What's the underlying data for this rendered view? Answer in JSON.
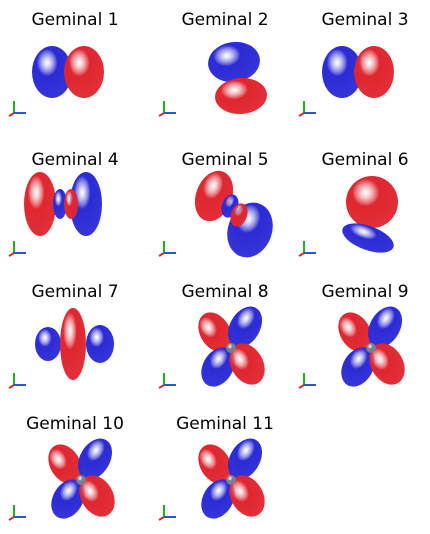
{
  "colors": {
    "positive": "#e0262f",
    "negative": "#2b2bd6",
    "atom": "#7a7f8c"
  },
  "geminals": [
    {
      "title": "Geminal 1",
      "shape": "pair-horizontal"
    },
    {
      "title": "Geminal 2",
      "shape": "pair-vertical"
    },
    {
      "title": "Geminal 3",
      "shape": "pair-horizontal"
    },
    {
      "title": "Geminal 4",
      "shape": "d-lobes"
    },
    {
      "title": "Geminal 5",
      "shape": "d-diagonal"
    },
    {
      "title": "Geminal 6",
      "shape": "cap-and-crescent"
    },
    {
      "title": "Geminal 7",
      "shape": "p-with-ring"
    },
    {
      "title": "Geminal 8",
      "shape": "cloverleaf"
    },
    {
      "title": "Geminal 9",
      "shape": "cloverleaf"
    },
    {
      "title": "Geminal 10",
      "shape": "cloverleaf"
    },
    {
      "title": "Geminal 11",
      "shape": "cloverleaf"
    }
  ]
}
